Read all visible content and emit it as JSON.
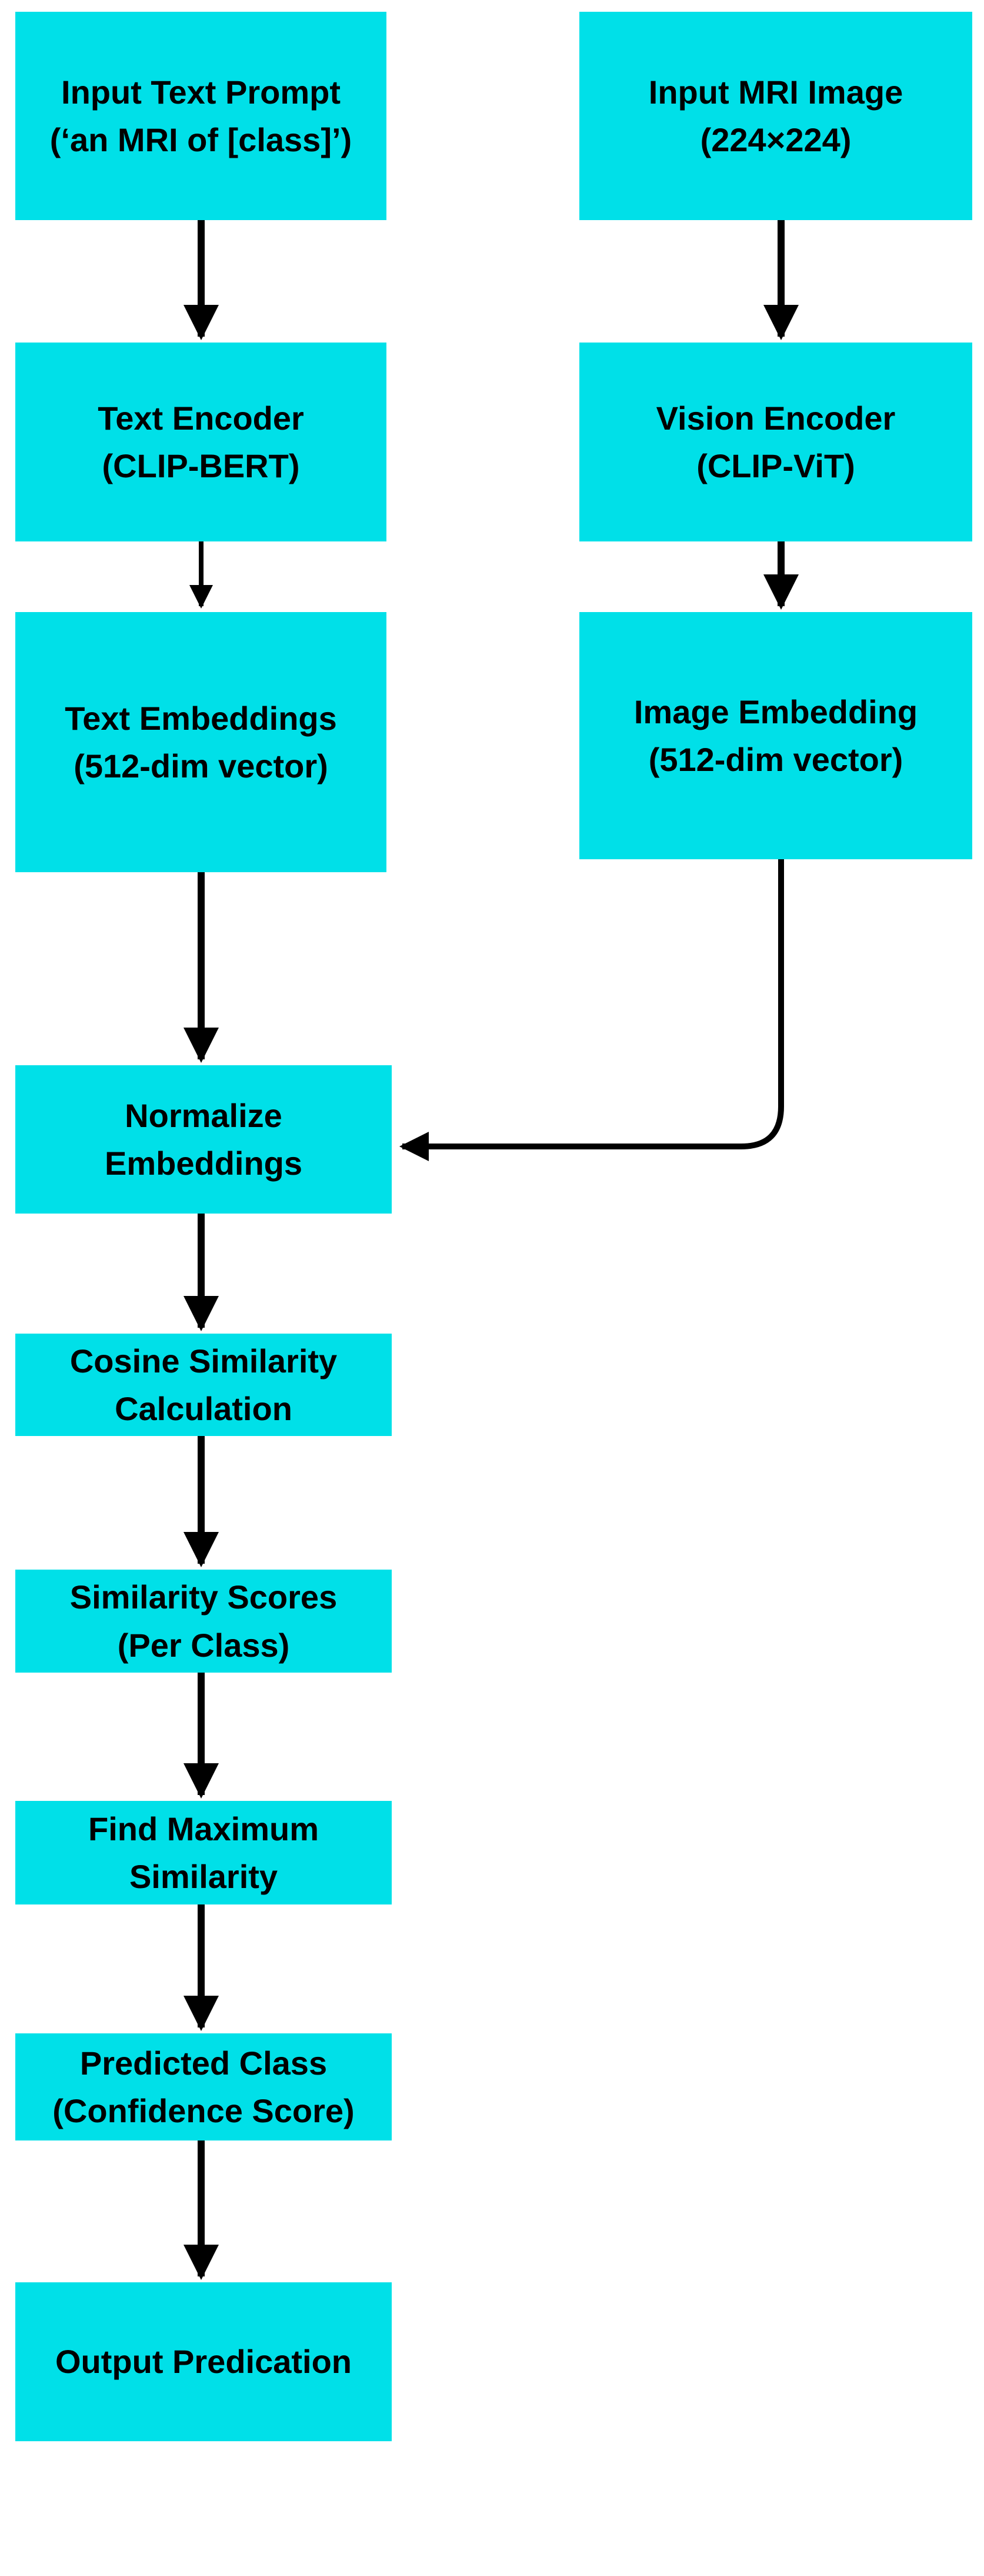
{
  "colors": {
    "node_fill": "#00e0e8",
    "text": "#000000",
    "edge": "#000000",
    "background": "#ffffff"
  },
  "nodes": {
    "input_text": {
      "line1": "Input Text Prompt",
      "line2": "(‘an MRI of [class]’)"
    },
    "input_image": {
      "line1": "Input MRI Image",
      "line2": "(224×224)"
    },
    "text_encoder": {
      "line1": "Text Encoder",
      "line2": "(CLIP-BERT)"
    },
    "vision_encoder": {
      "line1": "Vision Encoder",
      "line2": "(CLIP-ViT)"
    },
    "text_embeddings": {
      "line1": "Text Embeddings",
      "line2": "(512-dim vector)"
    },
    "image_embedding": {
      "line1": "Image Embedding",
      "line2": "(512-dim vector)"
    },
    "normalize": {
      "line1": "Normalize",
      "line2": "Embeddings"
    },
    "cosine": {
      "line1": "Cosine Similarity",
      "line2": "Calculation"
    },
    "scores": {
      "line1": "Similarity Scores",
      "line2": "(Per Class)"
    },
    "find_max": {
      "line1": "Find Maximum",
      "line2": "Similarity"
    },
    "predicted": {
      "line1": "Predicted Class",
      "line2": "(Confidence Score)"
    },
    "output": {
      "line1": "Output Predication"
    }
  },
  "edges": [
    {
      "from": "input_text",
      "to": "text_encoder"
    },
    {
      "from": "text_encoder",
      "to": "text_embeddings"
    },
    {
      "from": "text_embeddings",
      "to": "normalize"
    },
    {
      "from": "input_image",
      "to": "vision_encoder"
    },
    {
      "from": "vision_encoder",
      "to": "image_embedding"
    },
    {
      "from": "image_embedding",
      "to": "normalize"
    },
    {
      "from": "normalize",
      "to": "cosine"
    },
    {
      "from": "cosine",
      "to": "scores"
    },
    {
      "from": "scores",
      "to": "find_max"
    },
    {
      "from": "find_max",
      "to": "predicted"
    },
    {
      "from": "predicted",
      "to": "output"
    }
  ]
}
